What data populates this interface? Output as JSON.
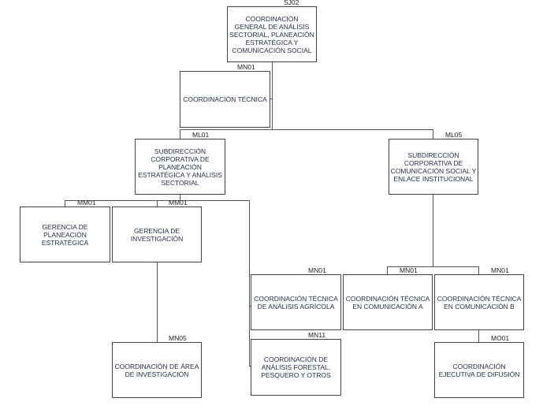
{
  "nodes": [
    {
      "code": "SJ02",
      "title": "COORDINACIÓN GENERAL DE ANÁLISIS SECTORIAL, PLANEACIÓN ESTRATÉGICA Y COMUNICACIÓN SOCIAL"
    },
    {
      "code": "MN01",
      "title": "COORDINACIÓN TÉCNICA"
    },
    {
      "code": "ML01",
      "title": "SUBDIRECCIÓN CORPORATIVA DE PLANEACIÓN ESTRATÉGICA Y ANÁLISIS SECTORIAL"
    },
    {
      "code": "ML05",
      "title": "SUBDIRECCIÓN CORPORATIVA DE COMUNICACIÓN SOCIAL Y ENLACE INSTITUCIONAL"
    },
    {
      "code": "MM01",
      "title": "GERENCIA DE PLANEACIÓN ESTRATÉGICA"
    },
    {
      "code": "MM01",
      "title": "GERENCIA DE INVESTIGACIÓN"
    },
    {
      "code": "MN05",
      "title": "COORDINACIÓN DE ÁREA DE INVESTIGACIÓN"
    },
    {
      "code": "MN01",
      "title": "COORDINACIÓN TÉCNICA DE ANÁLISIS AGRÍCOLA"
    },
    {
      "code": "MN11",
      "title": "COORDINACIÓN DE ANÁLISIS FORESTAL, PESQUERO Y OTROS"
    },
    {
      "code": "MN01",
      "title": "COORDINACIÓN TÉCNICA EN COMUNICACIÓN A"
    },
    {
      "code": "MN01",
      "title": "COORDINACIÓN TÉCNICA EN COMUNICACIÓN B"
    },
    {
      "code": "MO01",
      "title": "COORDINACIÓN EJECUTIVA DE DIFUSIÓN"
    }
  ]
}
